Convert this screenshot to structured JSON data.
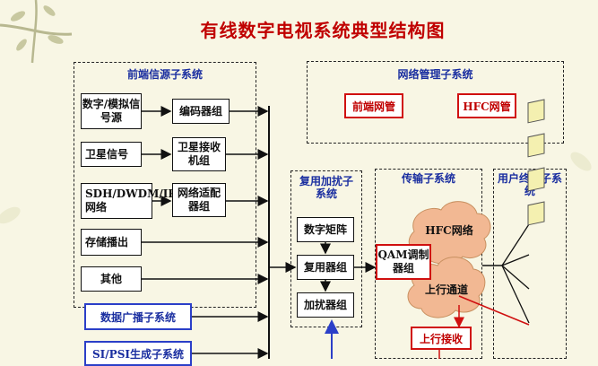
{
  "title": "有线数字电视系统典型结构图",
  "frontend": {
    "label": "前端信源子系统",
    "sources": [
      "数字/模拟信号源",
      "卫星信号",
      "SDH/DWDM/IP网络",
      "存储播出",
      "其他"
    ],
    "processors": [
      "编码器组",
      "卫星接收机组",
      "网络适配器组"
    ]
  },
  "network_mgmt": {
    "label": "网络管理子系统",
    "items": [
      "前端网管",
      "HFC网管"
    ]
  },
  "broadcast_subsystems": [
    "数据广播子系统",
    "SI/PSI生成子系统"
  ],
  "multiplex": {
    "label": "复用加扰子系统",
    "items": [
      "数字矩阵",
      "复用器组",
      "加扰器组"
    ]
  },
  "transmission": {
    "label": "传输子系统",
    "hfc": "HFC网络",
    "qam": "QAM调制器组",
    "uplink": "上行通道",
    "uplink_receive": "上行接收"
  },
  "terminal": {
    "label": "用户终端子系统"
  },
  "colors": {
    "title": "#c00000",
    "blue": "#1a2ea0",
    "red": "#c00000",
    "cloud": "#f2b893"
  }
}
